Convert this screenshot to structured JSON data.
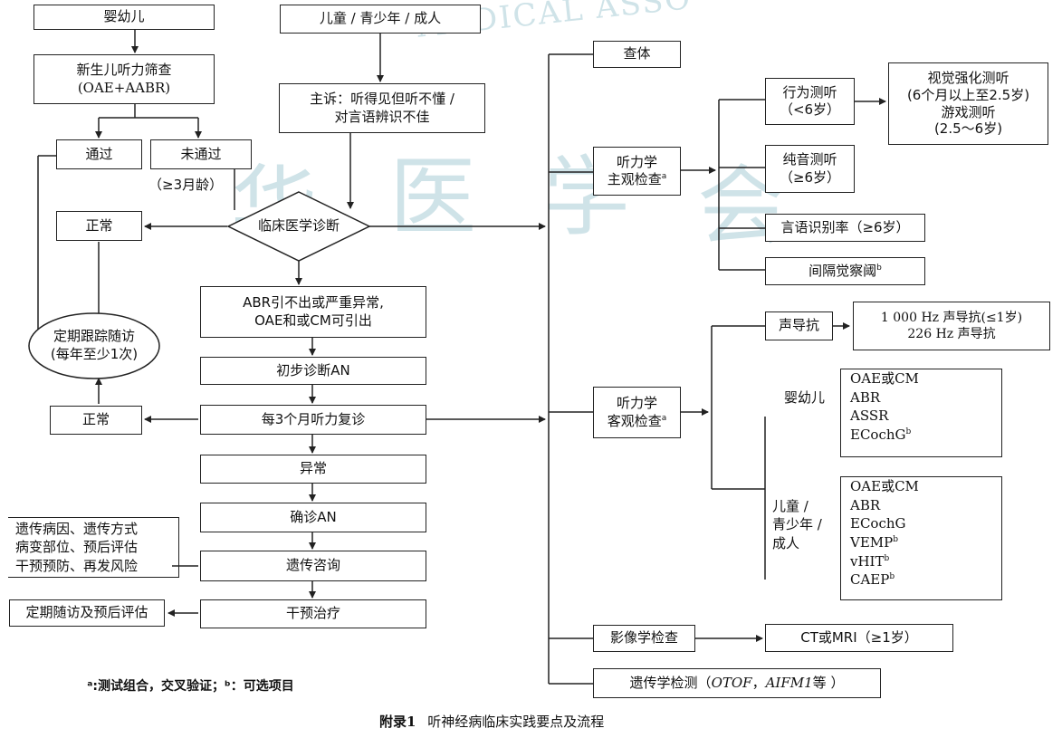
{
  "watermark": {
    "arc_text": "MEDICAL ASSO",
    "chars": [
      "华",
      "医",
      "学",
      "会"
    ]
  },
  "left": {
    "infant": "婴幼儿",
    "screening_l1": "新生儿听力筛查",
    "screening_l2": "(OAE+AABR)",
    "pass": "通过",
    "fail": "未通过",
    "age_note": "（≥3月龄）",
    "normal_1": "正常",
    "followup_l1": "定期跟踪随访",
    "followup_l2": "(每年至少1次)",
    "normal_2": "正常",
    "genetic_reasons_1": "遗传病因、遗传方式",
    "genetic_reasons_2": "病变部位、预后评估",
    "genetic_reasons_3": "干预预防、再发风险",
    "periodic_followup": "定期随访及预后评估"
  },
  "center": {
    "adult": "儿童 / 青少年 / 成人",
    "complaint_l1": "主诉：听得见但听不懂 /",
    "complaint_l2": "对言语辨识不佳",
    "diagnosis": "临床医学诊断",
    "abr_l1": "ABR引不出或严重异常,",
    "abr_l2": "OAE和或CM可引出",
    "prelim": "初步诊断AN",
    "recheck": "每3个月听力复诊",
    "abnormal": "异常",
    "confirm": "确诊AN",
    "genetic_consult": "遗传咨询",
    "treatment": "干预治疗"
  },
  "right": {
    "physical": "查体",
    "subjective_l1": "听力学",
    "subjective_l2": "主观检查",
    "behavioral_l1": "行为测听",
    "behavioral_l2": "（<6岁）",
    "vra_l1": "视觉强化测听",
    "vra_l2": "(6个月以上至2.5岁)",
    "vra_l3": "游戏测听",
    "vra_l4": "(2.5～6岁)",
    "pure_tone_l1": "纯音测听",
    "pure_tone_l2": "（≥6岁）",
    "speech": "言语识别率（≥6岁）",
    "gap": "间隔觉察阈",
    "objective_l1": "听力学",
    "objective_l2": "客观检查",
    "impedance": "声导抗",
    "impedance_detail_l1": "1 000 Hz 声导抗(≤1岁)",
    "impedance_detail_l2": "226 Hz 声导抗",
    "infant_label": "婴幼儿",
    "infant_tests": [
      "OAE或CM",
      "ABR",
      "ASSR",
      "ECochG"
    ],
    "adult_label_l1": "儿童 /",
    "adult_label_l2": "青少年 /",
    "adult_label_l3": "成人",
    "adult_tests": [
      "OAE或CM",
      "ABR",
      "ECochG",
      "VEMP",
      "vHIT",
      "CAEP"
    ],
    "imaging": "影像学检查",
    "ct": "CT或MRI（≥1岁）",
    "genetic_test_prefix": "遗传学检测（",
    "genetic_gene_1": "OTOF",
    "genetic_sep": "，",
    "genetic_gene_2": "AIFM1",
    "genetic_test_suffix": "等 ）",
    "sup_a": "a",
    "sup_b": "b"
  },
  "footnote": "ᵃ:测试组合，交叉验证；ᵇ：可选项目",
  "caption": {
    "label": "附录1",
    "text": "听神经病临床实践要点及流程"
  }
}
